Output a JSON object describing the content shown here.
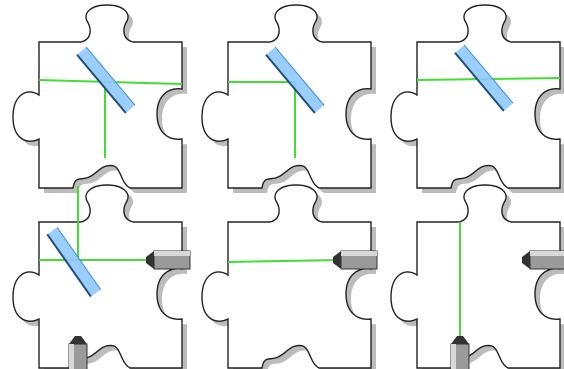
{
  "puzzle": {
    "colors": {
      "background": "#ffffff",
      "tile_fill": "#ffffff",
      "tile_outline": "#222222",
      "tile_shadow": "#7a7a7a",
      "laser": "#44dd33",
      "mirror_fill": "#8ec9ff",
      "mirror_edge": "#3d8fd6",
      "emitter_body": "#9a9a9a",
      "emitter_dark": "#333333"
    },
    "tiles": [
      {
        "id": "tile-1",
        "mirror": "diagonal",
        "beams": [
          "left-to-right",
          "center-to-bottom"
        ],
        "emitter": "none"
      },
      {
        "id": "tile-2",
        "mirror": "diagonal",
        "beams": [
          "left-to-center",
          "center-to-bottom"
        ],
        "emitter": "none"
      },
      {
        "id": "tile-3",
        "mirror": "diagonal",
        "beams": [
          "left-to-right"
        ],
        "emitter": "none"
      },
      {
        "id": "tile-4",
        "mirror": "diagonal",
        "beams": [
          "left-to-right",
          "top-to-center"
        ],
        "emitter": "right-and-bottom"
      },
      {
        "id": "tile-5",
        "mirror": "none",
        "beams": [
          "left-to-right"
        ],
        "emitter": "right"
      },
      {
        "id": "tile-6",
        "mirror": "none",
        "beams": [
          "top-to-bottom"
        ],
        "emitter": "right-and-bottom"
      }
    ]
  }
}
